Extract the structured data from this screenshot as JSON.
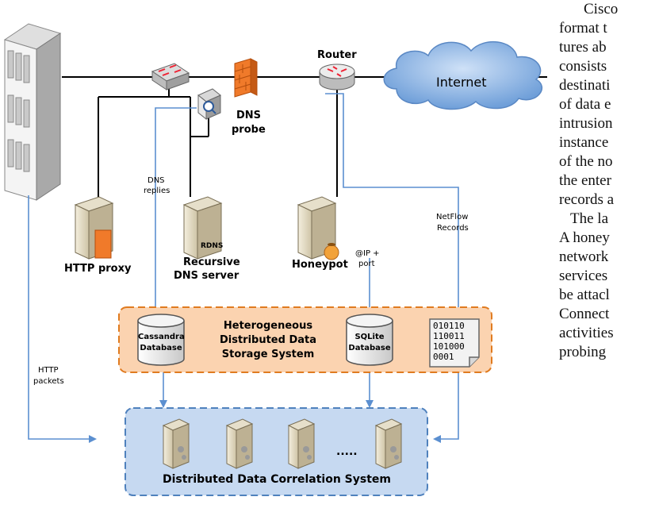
{
  "figure": {
    "router_label": "Router",
    "internet_label": "Internet",
    "dns_probe_label_1": "DNS",
    "dns_probe_label_2": "probe",
    "dns_replies_label_1": "DNS",
    "dns_replies_label_2": "replies",
    "rdns_tag": "RDNS",
    "recursive_dns_label_1": "Recursive",
    "recursive_dns_label_2": "DNS server",
    "http_proxy_label": "HTTP proxy",
    "honeypot_label": "Honeypot",
    "ip_port_label_1": "@IP +",
    "ip_port_label_2": "port",
    "netflow_label_1": "NetFlow",
    "netflow_label_2": "Records",
    "http_packets_label_1": "HTTP",
    "http_packets_label_2": "packets",
    "storage_title_1": "Heterogeneous",
    "storage_title_2": "Distributed Data",
    "storage_title_3": "Storage System",
    "cassandra_label_1": "Cassandra",
    "cassandra_label_2": "Database",
    "sqlite_label_1": "SQLite",
    "sqlite_label_2": "Database",
    "binary_lines": [
      "010110",
      "110011",
      "101000",
      "0001"
    ],
    "ellipsis": ".....",
    "correlation_title": "Distributed Data Correlation System"
  },
  "body_text": {
    "lines": [
      "Cisco",
      "format t",
      "tures ab",
      "consists",
      "destinati",
      "of data e",
      "intrusion",
      "instance",
      "of the no",
      "the enter",
      "records a",
      "The la",
      "A honey",
      "network",
      "services",
      "be attacl",
      "Connect",
      "activities",
      "probing"
    ]
  },
  "colors": {
    "storage_fill": "#fbd3b0",
    "storage_border": "#e07b20",
    "correlation_fill": "#c6d9f1",
    "correlation_border": "#4f81bd",
    "arrow": "#5b8fd0",
    "firewall": "#f07a2a",
    "cloud": "#8fb8e8"
  }
}
